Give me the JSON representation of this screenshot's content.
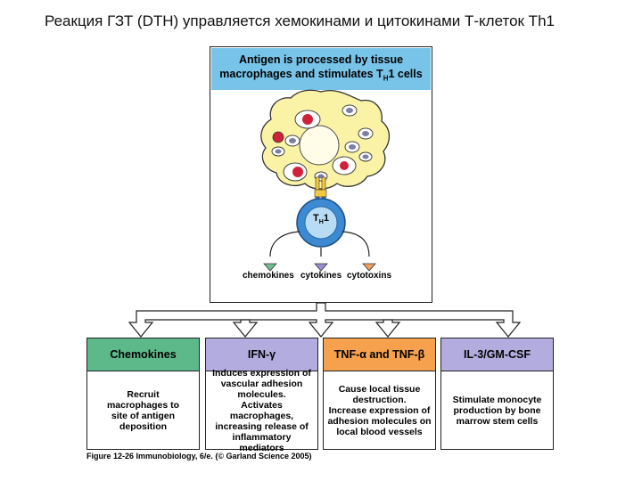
{
  "slide_title": "Реакция ГЗТ (DTH) управляется хемокинами и цитокинами Т-клеток Th1",
  "top_box": {
    "header_line1": "Antigen is processed by tissue",
    "header_line2_pre": "macrophages and stimulates T",
    "header_line2_sub": "H",
    "header_line2_post": "1 cells",
    "cell_label_main": "T",
    "cell_label_sub": "H",
    "cell_label_post": "1",
    "outputs": [
      "chemokines",
      "cytokines",
      "cytotoxins"
    ],
    "output_colors": [
      "#6fbf8f",
      "#9a8fd0",
      "#f0a060"
    ]
  },
  "panels": [
    {
      "title": "Chemokines",
      "color": "#5db88a",
      "body": [
        "Recruit",
        "macrophages to",
        "site of antigen",
        "deposition"
      ]
    },
    {
      "title": "IFN-γ",
      "color": "#b3addf",
      "body": [
        "Induces expression of",
        "vascular adhesion",
        "molecules.",
        "Activates macrophages,",
        "increasing release of",
        "inflammatory mediators"
      ]
    },
    {
      "title": "TNF-α and TNF-β",
      "color": "#f5a14e",
      "body": [
        "Cause local tissue",
        "destruction.",
        "Increase expression of",
        "adhesion molecules on",
        "local blood vessels"
      ]
    },
    {
      "title": "IL-3/GM-CSF",
      "color": "#b3addf",
      "body": [
        "Stimulate monocyte",
        "production by bone",
        "marrow stem cells"
      ]
    }
  ],
  "caption": "Figure 12-26  Immunobiology, 6/e. (© Garland Science 2005)"
}
